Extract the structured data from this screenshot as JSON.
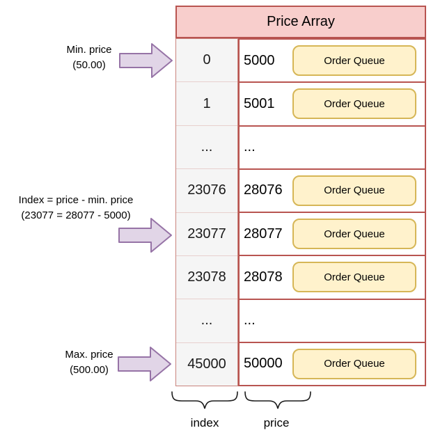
{
  "diagram": {
    "title": "Price Array",
    "button_label": "Order Queue",
    "rows": [
      {
        "index": "0",
        "price": "5000"
      },
      {
        "index": "1",
        "price": "5001"
      },
      {
        "index": "...",
        "price": "..."
      },
      {
        "index": "23076",
        "price": "28076"
      },
      {
        "index": "23077",
        "price": "28077"
      },
      {
        "index": "23078",
        "price": "28078"
      },
      {
        "index": "...",
        "price": "..."
      },
      {
        "index": "45000",
        "price": "50000"
      }
    ],
    "annotations": {
      "min": {
        "line1": "Min. price",
        "line2": "(50.00)"
      },
      "index": {
        "line1": "Index = price - min. price",
        "line2": "(23077 = 28077 - 5000)"
      },
      "max": {
        "line1": "Max. price",
        "line2": "(500.00)"
      }
    },
    "column_labels": {
      "index": "index",
      "price": "price"
    },
    "colors": {
      "header_fill": "#f8cecc",
      "header_stroke": "#b85450",
      "index_fill": "#f5f5f5",
      "index_stroke": "#e8d0cd",
      "price_stroke": "#b85450",
      "button_fill": "#fff2cc",
      "button_stroke": "#d6b656",
      "arrow_fill": "#e1d5e7",
      "arrow_stroke": "#9673a6"
    }
  }
}
